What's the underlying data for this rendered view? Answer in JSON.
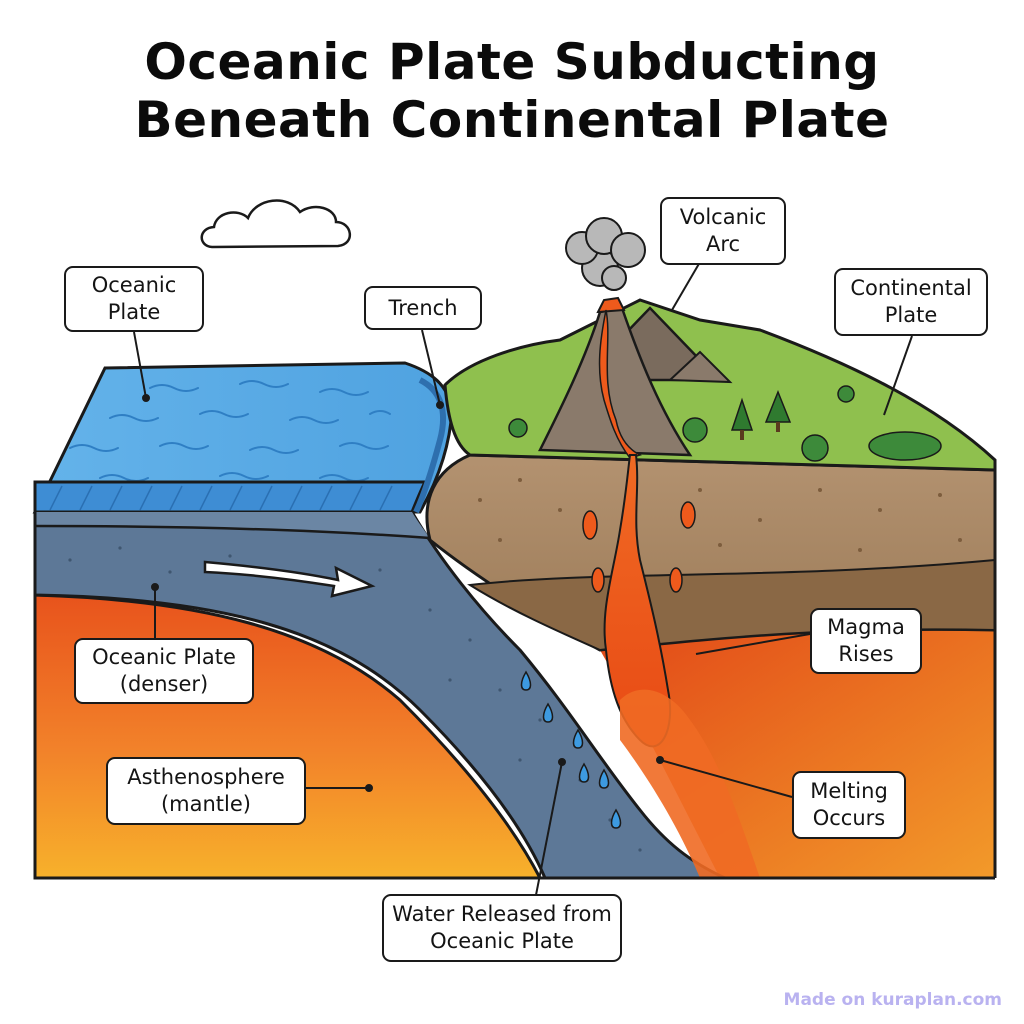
{
  "title": {
    "line1": "Oceanic Plate Subducting",
    "line2": "Beneath Continental Plate"
  },
  "labels": {
    "oceanic_plate": [
      "Oceanic",
      "Plate"
    ],
    "trench": [
      "Trench"
    ],
    "volcanic_arc": [
      "Volcanic",
      "Arc"
    ],
    "continental_plate": [
      "Continental",
      "Plate"
    ],
    "oceanic_plate_denser": [
      "Oceanic Plate",
      "(denser)"
    ],
    "magma_rises": [
      "Magma",
      "Rises"
    ],
    "asthenosphere": [
      "Asthenosphere",
      "(mantle)"
    ],
    "melting_occurs": [
      "Melting",
      "Occurs"
    ],
    "water_released": [
      "Water Released from",
      "Oceanic Plate"
    ]
  },
  "watermark": "Made on kuraplan.com",
  "colors": {
    "ocean_surface": "#5eaee6",
    "ocean_front": "#3e8dd4",
    "oceanic_crust": "#5d7897",
    "mantle_top": "#e8531c",
    "mantle_bottom": "#f7b12b",
    "continental_crust": "#a98762",
    "continental_lower": "#8a6845",
    "grass": "#8fc04e",
    "lava": "#ee5a1c",
    "volcano": "#8a7a6b"
  }
}
